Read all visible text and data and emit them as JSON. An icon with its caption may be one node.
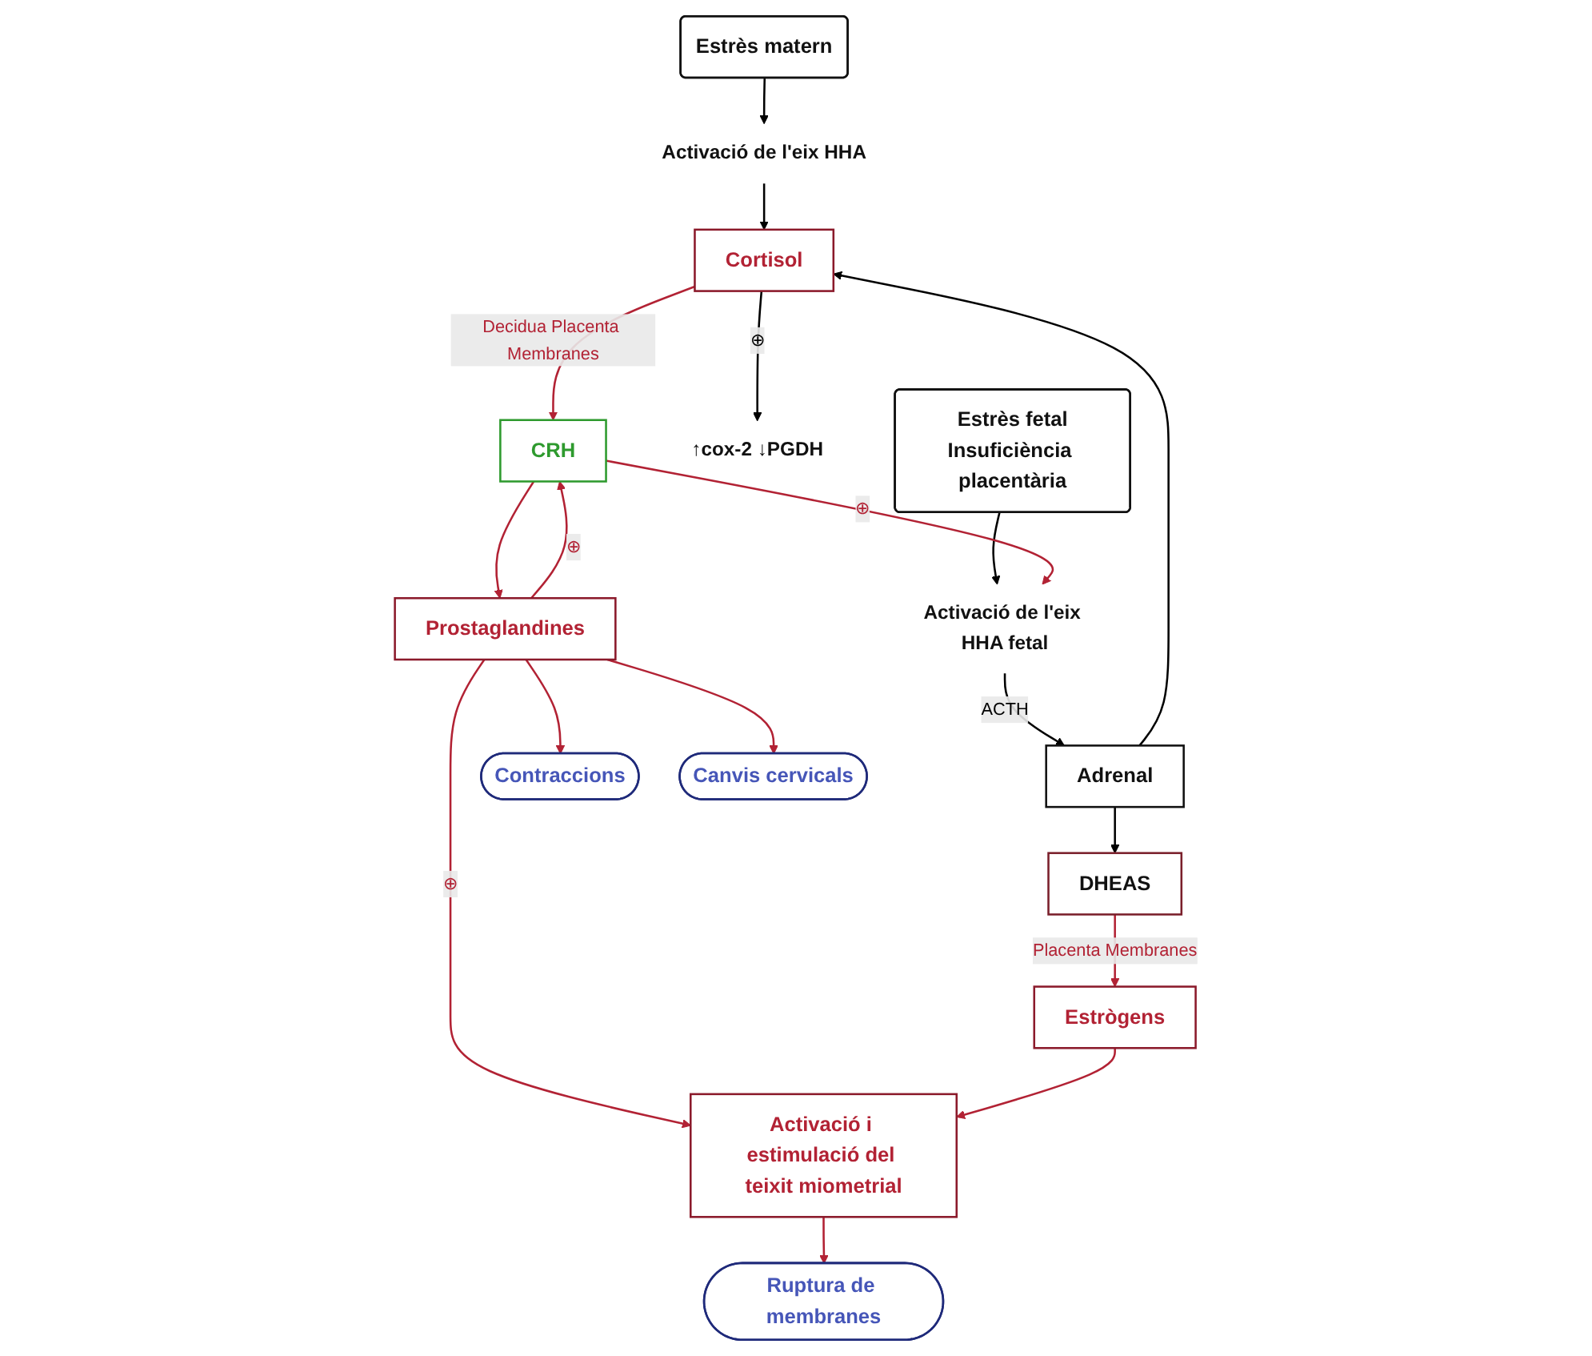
{
  "diagram": {
    "nodes": [
      {
        "text": [
          "Estrès matern"
        ]
      },
      {
        "text": [
          "Estrès fetal",
          "Insuficiència placentària"
        ]
      },
      {
        "text": [
          "Activació de l'eix HHA"
        ]
      },
      {
        "text": [
          "Activació de l'eix HHA fetal"
        ]
      },
      {
        "text": [
          "Cortisol"
        ]
      },
      {
        "text": [
          "↑cox-2 ↓PGDH"
        ]
      },
      {
        "text": [
          "Adrenal"
        ]
      },
      {
        "text": [
          "DHEAS"
        ]
      },
      {
        "text": [
          "CRH"
        ]
      },
      {
        "text": [
          "Estrògens"
        ]
      },
      {
        "text": [
          "Prostaglandines"
        ]
      },
      {
        "text": [
          "Activació i estimulació del teixit miometrial"
        ]
      },
      {
        "text": [
          "Contraccions"
        ]
      },
      {
        "text": [
          "Canvis cervicals"
        ]
      },
      {
        "text": [
          "Ruptura de membranes"
        ]
      }
    ],
    "edges": [
      {
        "from": 0,
        "to": 2,
        "arrow": "to",
        "color": "#000000"
      },
      {
        "from": 2,
        "to": 4,
        "arrow": "to",
        "color": "#000000"
      },
      {
        "from": 1,
        "to": 3,
        "arrow": "to",
        "color": "#000000"
      },
      {
        "from": 3,
        "to": 6,
        "arrow": "to",
        "label": "ACTH",
        "color": "#000000"
      },
      {
        "from": 6,
        "to": 4,
        "arrow": "to",
        "color": "#000000"
      },
      {
        "from": 4,
        "to": 5,
        "arrow": "to",
        "label": "⊕",
        "color": "#000000"
      },
      {
        "from": 4,
        "to": 8,
        "arrow": "to",
        "label": "Decidua Placenta Membranes"
      },
      {
        "from": 6,
        "to": 7,
        "arrow": "to",
        "color": "#000000"
      },
      {
        "from": 7,
        "to": 9,
        "arrow": "to",
        "label": "Placenta Membranes"
      },
      {
        "from": 8,
        "to": 3,
        "arrow": "to",
        "label": "⊕"
      },
      {
        "from": 10,
        "to": 8,
        "arrow": "to",
        "label": "⊕"
      },
      {
        "from": 8,
        "to": 10,
        "arrow": "to"
      },
      {
        "from": 10,
        "to": 11,
        "arrow": "to",
        "label": "⊕"
      },
      {
        "from": 9,
        "to": 11,
        "arrow": "to"
      },
      {
        "from": 11,
        "to": 14,
        "arrow": "to"
      },
      {
        "from": 10,
        "to": 12,
        "arrow": "to"
      },
      {
        "from": 10,
        "to": 13,
        "arrow": "to"
      }
    ]
  }
}
